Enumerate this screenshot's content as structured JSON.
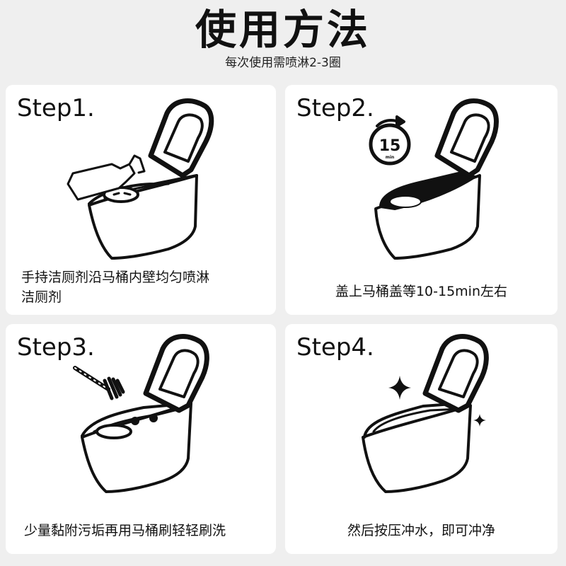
{
  "header": {
    "title": "使用方法",
    "subtitle": "每次使用需喷淋2-3圈"
  },
  "steps": [
    {
      "label": "Step1.",
      "caption_line1": "手持洁厕剂沿马桶内壁均匀喷淋",
      "caption_line2": "洁厕剂",
      "illustration": "toilet-with-spray-bottle-icon"
    },
    {
      "label": "Step2.",
      "caption_line1": "盖上马桶盖等10-15min左右",
      "illustration": "toilet-with-timer-icon",
      "timer_value": "15",
      "timer_unit": "min"
    },
    {
      "label": "Step3.",
      "caption_line1": "少量黏附污垢再用马桶刷轻轻刷洗",
      "illustration": "toilet-with-brush-icon"
    },
    {
      "label": "Step4.",
      "caption_line1": "然后按压冲水，即可冲净",
      "illustration": "clean-toilet-with-sparkles-icon"
    }
  ],
  "colors": {
    "background": "#efefef",
    "card": "#ffffff",
    "ink": "#111111"
  }
}
